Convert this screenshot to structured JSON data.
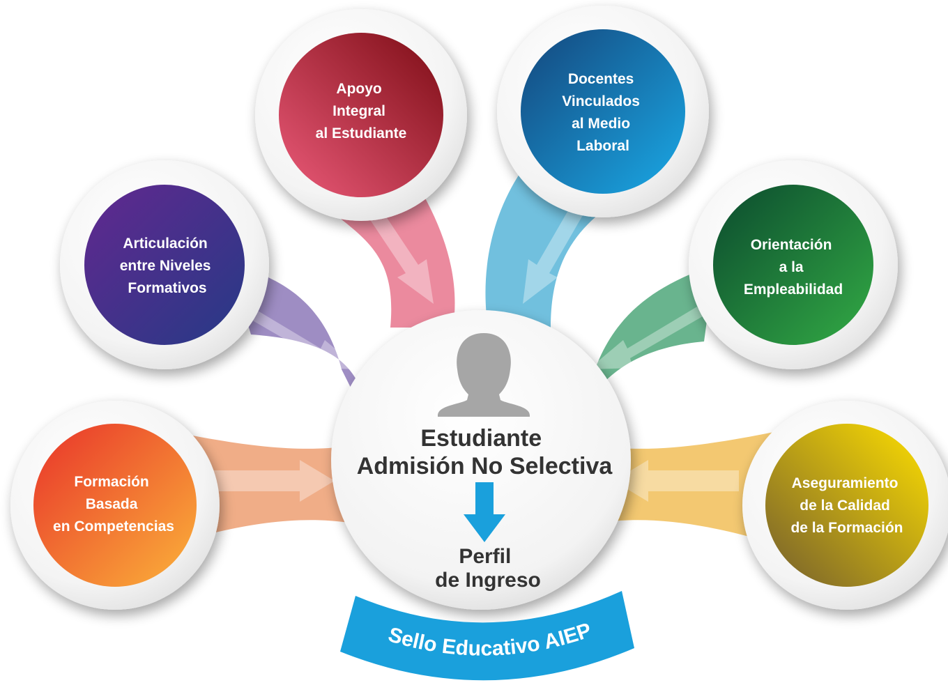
{
  "nodes": [
    {
      "key": "apoyo",
      "lines": [
        "Apoyo",
        "Integral",
        "al Estudiante"
      ],
      "color_a": "#e8506a",
      "color_b": "#8e1020",
      "stream": "#e46c86"
    },
    {
      "key": "docentes",
      "lines": [
        "Docentes",
        "Vinculados",
        "al Medio",
        "Laboral"
      ],
      "color_a": "#17a4df",
      "color_b": "#114d86",
      "stream": "#4fb3d6"
    },
    {
      "key": "articulacion",
      "lines": [
        "Articulación",
        "entre Niveles",
        "Formativos"
      ],
      "color_a": "#5b2c8f",
      "color_b": "#2a2a7a",
      "stream": "#8a72b4"
    },
    {
      "key": "orientacion",
      "lines": [
        "Orientación",
        "a la",
        "Empleabilidad"
      ],
      "color_a": "#2ea24a",
      "color_b": "#0c4f2a",
      "stream": "#49a872"
    },
    {
      "key": "formacion",
      "lines": [
        "Formación",
        "Basada",
        "en Competencias"
      ],
      "color_a": "#fbb03b",
      "color_b": "#e8332a",
      "stream": "#eea273"
    },
    {
      "key": "aseguramiento",
      "lines": [
        "Aseguramiento",
        "de la Calidad",
        "de la Formación"
      ],
      "color_a": "#fad400",
      "color_b": "#7c6a2e",
      "stream": "#f3c15a"
    }
  ],
  "center": {
    "title_line1": "Estudiante",
    "title_line2": "Admisión No Selectiva",
    "result_line1": "Perfil",
    "result_line2": "de Ingreso"
  },
  "badge": {
    "label": "Sello Educativo AIEP",
    "color": "#1aa0dc"
  },
  "colors": {
    "arrow_down": "#1aa0dc",
    "person_icon": "#a6a6a6",
    "center_text": "#333333"
  },
  "icons": {
    "person": "person-silhouette-icon",
    "down_arrow": "arrow-down-icon"
  }
}
